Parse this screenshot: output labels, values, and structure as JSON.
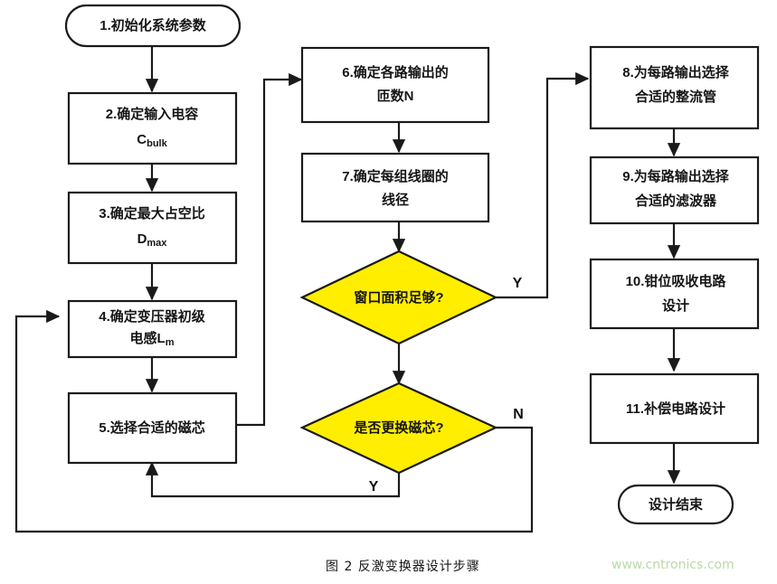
{
  "figure": {
    "caption": "图 2 反激变换器设计步骤",
    "watermark": "www.cntronics.com",
    "decision_fill": "#ffee00",
    "line_color": "#1a1a1a",
    "background": "#ffffff"
  },
  "nodes": {
    "start": {
      "label": "1.初始化系统参数",
      "shape": "terminator"
    },
    "step2": {
      "line1": "2.确定输入电容",
      "line2_main": "C",
      "line2_sub": "bulk",
      "shape": "process"
    },
    "step3": {
      "line1": "3.确定最大占空比",
      "line2_main": "D",
      "line2_sub": "max",
      "shape": "process"
    },
    "step4": {
      "line1": "4.确定变压器初级",
      "line2_main": "电感L",
      "line2_sub": "m",
      "shape": "process"
    },
    "step5": {
      "line1": "5.选择合适的磁芯",
      "shape": "process"
    },
    "step6": {
      "line1": "6.确定各路输出的",
      "line2": "匝数N",
      "shape": "process"
    },
    "step7": {
      "line1": "7.确定每组线圈的",
      "line2": "线径",
      "shape": "process"
    },
    "decision1": {
      "label": "窗口面积足够?",
      "shape": "decision"
    },
    "decision2": {
      "label": "是否更换磁芯?",
      "shape": "decision"
    },
    "step8": {
      "line1": "8.为每路输出选择",
      "line2": "合适的整流管",
      "shape": "process"
    },
    "step9": {
      "line1": "9.为每路输出选择",
      "line2": "合适的滤波器",
      "shape": "process"
    },
    "step10": {
      "line1": "10.钳位吸收电路",
      "line2": "设计",
      "shape": "process"
    },
    "step11": {
      "line1": "11.补偿电路设计",
      "shape": "process"
    },
    "end": {
      "label": "设计结束",
      "shape": "terminator"
    }
  },
  "branch_labels": {
    "d1_yes": "Y",
    "d2_no": "N",
    "d2_yes": "Y"
  }
}
